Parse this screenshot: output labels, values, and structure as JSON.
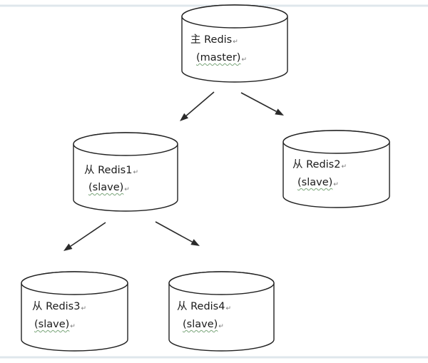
{
  "nodes": [
    {
      "id": "master",
      "title": "主 Redis",
      "role": "(master)"
    },
    {
      "id": "redis1",
      "title": "从 Redis1",
      "role": "(slave)"
    },
    {
      "id": "redis2",
      "title": "从 Redis2",
      "role": "(slave)"
    },
    {
      "id": "redis3",
      "title": "从 Redis3",
      "role": "(slave)"
    },
    {
      "id": "redis4",
      "title": "从 Redis4",
      "role": "(slave)"
    }
  ],
  "edges": [
    {
      "from": "master",
      "to": "redis1"
    },
    {
      "from": "master",
      "to": "redis2"
    },
    {
      "from": "redis1",
      "to": "redis3"
    },
    {
      "from": "redis1",
      "to": "redis4"
    }
  ],
  "paragraph_mark": "↵"
}
